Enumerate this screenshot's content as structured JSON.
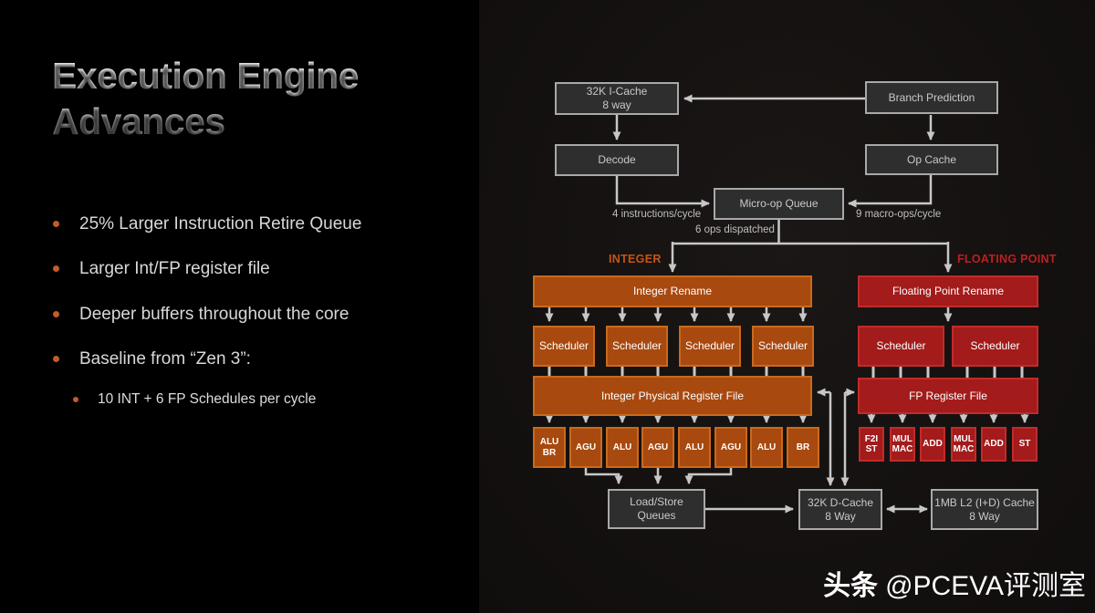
{
  "left_panel": {
    "title": "Execution Engine Advances",
    "bullets": [
      "25% Larger Instruction Retire Queue",
      "Larger Int/FP register file",
      "Deeper buffers throughout the core",
      "Baseline from “Zen 3”:"
    ],
    "sub_bullet": "10 INT + 6 FP Schedules per cycle"
  },
  "diagram": {
    "section_labels": {
      "integer": "INTEGER",
      "floating_point": "FLOATING POINT"
    },
    "flow_labels": {
      "decode_rate": "4 instructions/cycle",
      "opcache_rate": "9 macro-ops/cycle",
      "dispatch_rate": "6 ops dispatched"
    },
    "boxes": {
      "icache": "32K I-Cache\n8 way",
      "branch_prediction": "Branch Prediction",
      "decode": "Decode",
      "op_cache": "Op Cache",
      "uop_queue": "Micro-op Queue",
      "integer_rename": "Integer Rename",
      "scheduler": "Scheduler",
      "integer_prf": "Integer Physical Register File",
      "fp_rename": "Floating Point Rename",
      "fp_rf": "FP Register File",
      "load_store": "Load/Store\nQueues",
      "dcache": "32K D-Cache\n8 Way",
      "l2": "1MB L2 (I+D) Cache\n8 Way"
    },
    "int_exec_units": [
      "ALU\nBR",
      "AGU",
      "ALU",
      "AGU",
      "ALU",
      "AGU",
      "ALU",
      "BR"
    ],
    "fp_exec_units": [
      "F2I\nST",
      "MUL\nMAC",
      "ADD",
      "MUL\nMAC",
      "ADD",
      "ST"
    ],
    "colors": {
      "integer_fill": "#A8490F",
      "integer_border": "#C96A1E",
      "fp_fill": "#A31B1B",
      "fp_border": "#C22B2B",
      "gray_fill": "#2F2E2E",
      "gray_border": "#A9A9A9",
      "arrow": "#C7C7C7",
      "integer_label": "#C2541A",
      "fp_label": "#BB2020",
      "bullet_dot": "#C55A2B"
    }
  },
  "watermark": {
    "prefix": "头条",
    "handle": "@PCEVA评测室"
  }
}
